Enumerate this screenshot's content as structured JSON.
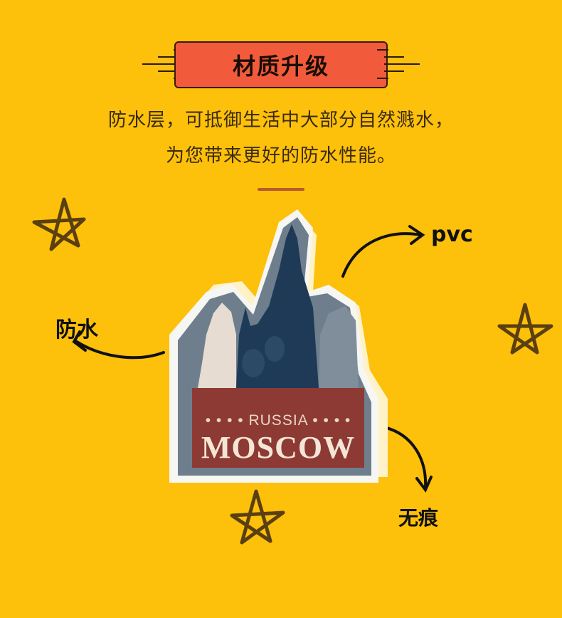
{
  "header": {
    "title": "材质升级"
  },
  "description": {
    "line1": "防水层，可抵御生活中大部分自然溅水，",
    "line2": "为您带来更好的防水性能。"
  },
  "sticker": {
    "subtitle": "• • • • RUSSIA • • • •",
    "title": "MOSCOW"
  },
  "callouts": {
    "material": "pvc",
    "waterproof": "防水",
    "traceless": "无痕"
  },
  "colors": {
    "background": "#FDC00B",
    "title_box": "#F15B3B",
    "sticker_red": "#8E3A34",
    "sticker_navy": "#1E3A56",
    "sticker_gray": "#6E7E8C"
  }
}
